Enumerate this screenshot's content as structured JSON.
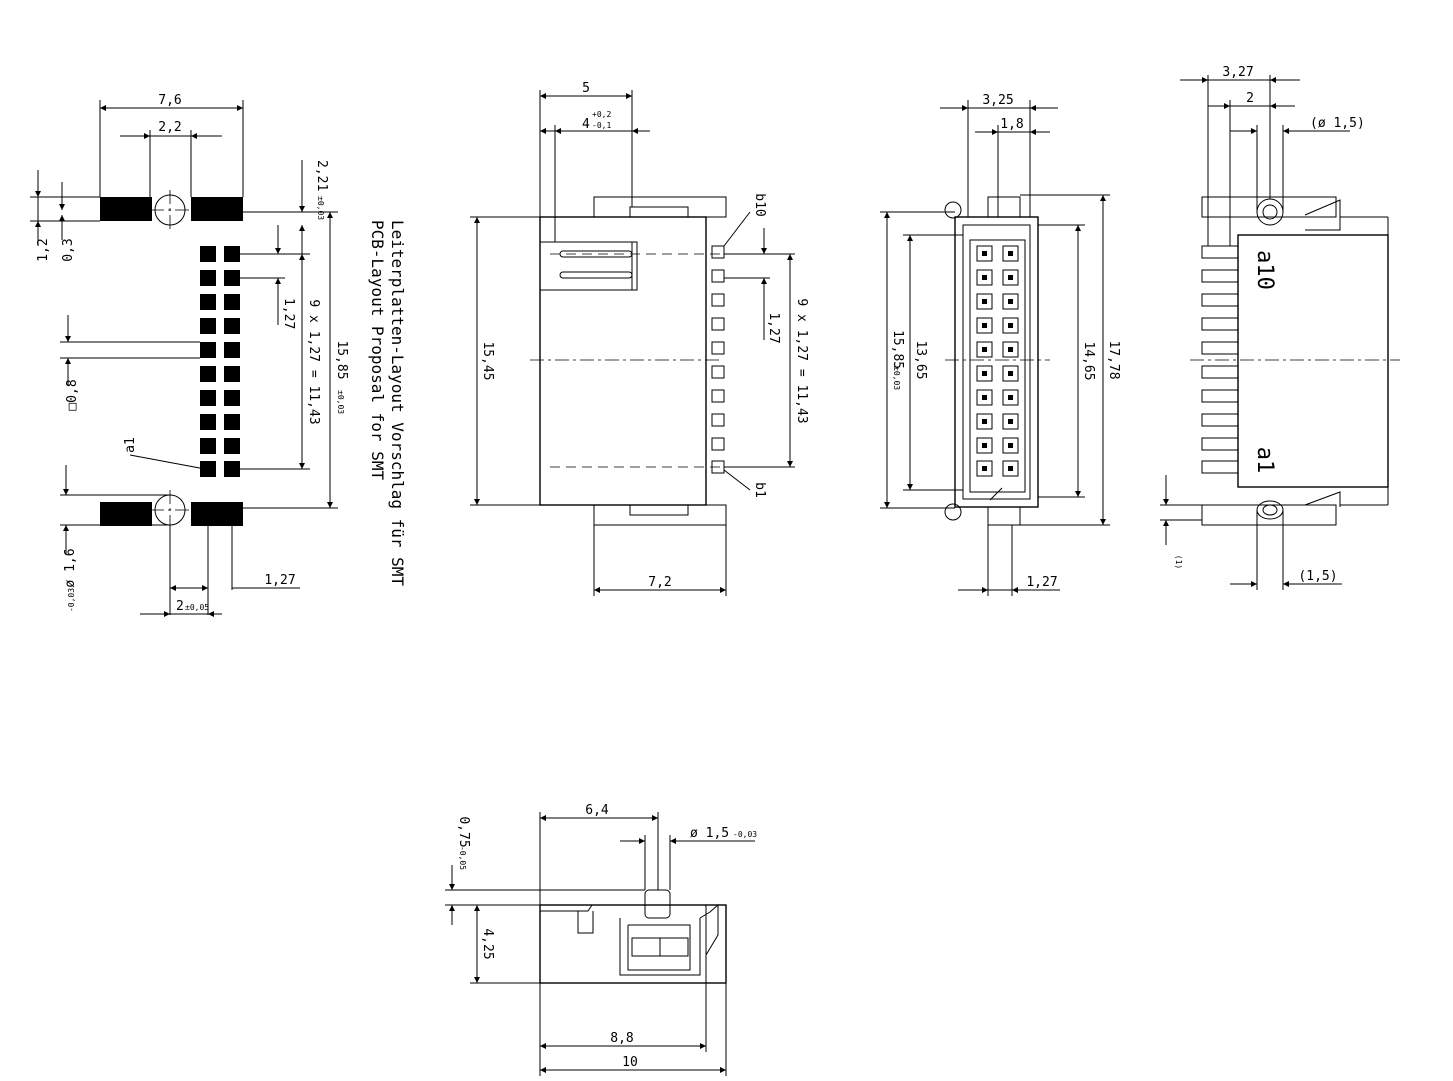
{
  "title_de": "Leiterplatten-Layout Vorschlag für SMT",
  "title_en": "PCB-Layout Proposal for SMT",
  "pcb_view": {
    "w_7_6": "7,6",
    "w_2_2": "2,2",
    "d_2_21": "2,21",
    "d_2_21_tol": "±0,03",
    "d_1_2": "1,2",
    "d_0_3": "0,3",
    "d_1_27": "1,27",
    "d_9x": "9 x 1,27 = 11,43",
    "d_15_85": "15,85",
    "d_15_85_tol": "±0,03",
    "sq": "□0,8",
    "a1": "a1",
    "dia": "ø 1,6",
    "dia_tol": "-0,03",
    "b_1_27": "1,27",
    "b_2": "2",
    "b_2_tol": "±0,05"
  },
  "side_view": {
    "t_5": "5",
    "t_4": "4",
    "t_4_plus": "+0,2",
    "t_4_minus": "-0,1",
    "h_15_45": "15,45",
    "b10": "b10",
    "b1": "b1",
    "p_1_27": "1,27",
    "d_9x": "9 x 1,27 = 11,43",
    "w_7_2": "7,2"
  },
  "front_view": {
    "t_3_25": "3,25",
    "t_1_8": "1,8",
    "h_15_85": "15,85",
    "h_15_85_tol": "±0,03",
    "h_13_65": "13,65",
    "h_14_65": "14,65",
    "h_17_78": "17,78",
    "b_1_27": "1,27"
  },
  "right_view": {
    "t_3_27": "3,27",
    "t_2": "2",
    "dia": "(ø 1,5)",
    "a10": "a10",
    "a1": "a1",
    "d_1": "(1)",
    "d_1_5": "(1,5)"
  },
  "bottom_view": {
    "t_6_4": "6,4",
    "dia": "ø 1,5",
    "dia_tol": "-0,03",
    "d_0_75": "0,75",
    "d_0_75_tol": "-0,05",
    "d_4_25": "4,25",
    "w_8_8": "8,8",
    "w_10": "10"
  }
}
